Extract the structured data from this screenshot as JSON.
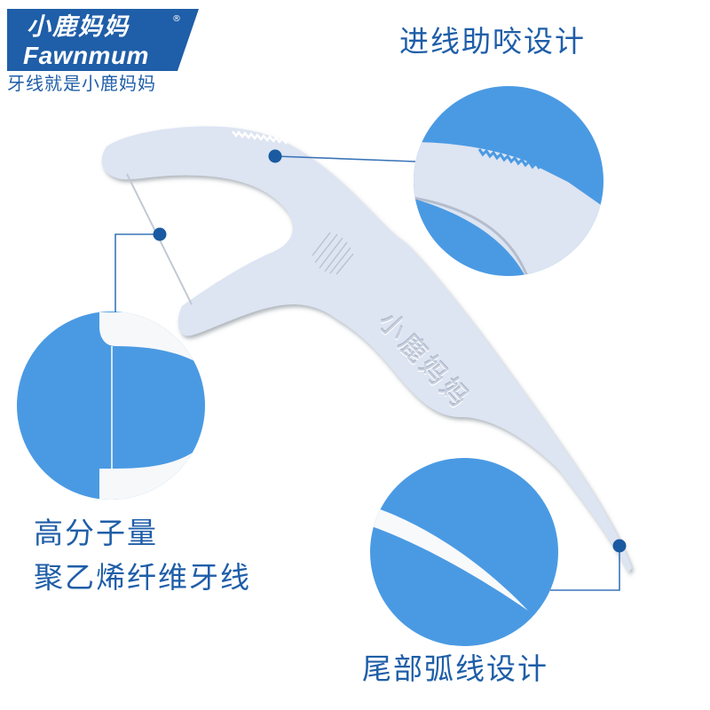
{
  "brand": {
    "name_cn": "小鹿妈妈",
    "name_en": "Fawnmum",
    "registered_mark": "®",
    "tagline": "牙线就是小鹿妈妈",
    "logo_bg_color": "#1f5ea8"
  },
  "features": {
    "top": {
      "label": "进线助咬设计",
      "detail": "serrated-edge-zoom"
    },
    "left": {
      "line1": "高分子量",
      "line2": "聚乙烯纤维牙线",
      "detail": "floss-string-zoom"
    },
    "bottom": {
      "label": "尾部弧线设计",
      "detail": "curved-tail-zoom"
    }
  },
  "product": {
    "embossed_text": "小鹿妈妈",
    "body_color": "#dde4f2"
  },
  "colors": {
    "accent_blue": "#4a9ae3",
    "text_blue": "#1f5ea8",
    "marker_blue": "#1a5aa0",
    "connector": "#3a74b8"
  }
}
